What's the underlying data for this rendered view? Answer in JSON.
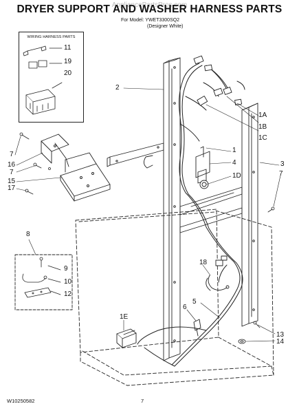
{
  "header": {
    "title": "DRYER SUPPORT AND WASHER HARNESS PARTS",
    "watermark": "AppliancePartsPros.com",
    "model_line": "For Model: YWET3300SQ2",
    "model_variant": "(Designer White)"
  },
  "kit_box": {
    "title": "WIRING HARNESS PARTS"
  },
  "callouts": {
    "c2": "2",
    "c1a": "1A",
    "c1b": "1B",
    "c1c": "1C",
    "c1": "1",
    "c4": "4",
    "c1d": "1D",
    "c3": "3",
    "c7_right": "7",
    "c7_left_top": "7",
    "c16": "16",
    "c7_left_mid": "7",
    "c15": "15",
    "c17": "17",
    "c8": "8",
    "c9": "9",
    "c10": "10",
    "c12": "12",
    "c11": "11",
    "c19": "19",
    "c20": "20",
    "c18": "18",
    "c1e": "1E",
    "c6": "6",
    "c5": "5",
    "c13": "13",
    "c14": "14"
  },
  "footer": {
    "code": "W10250582",
    "page": "7"
  }
}
